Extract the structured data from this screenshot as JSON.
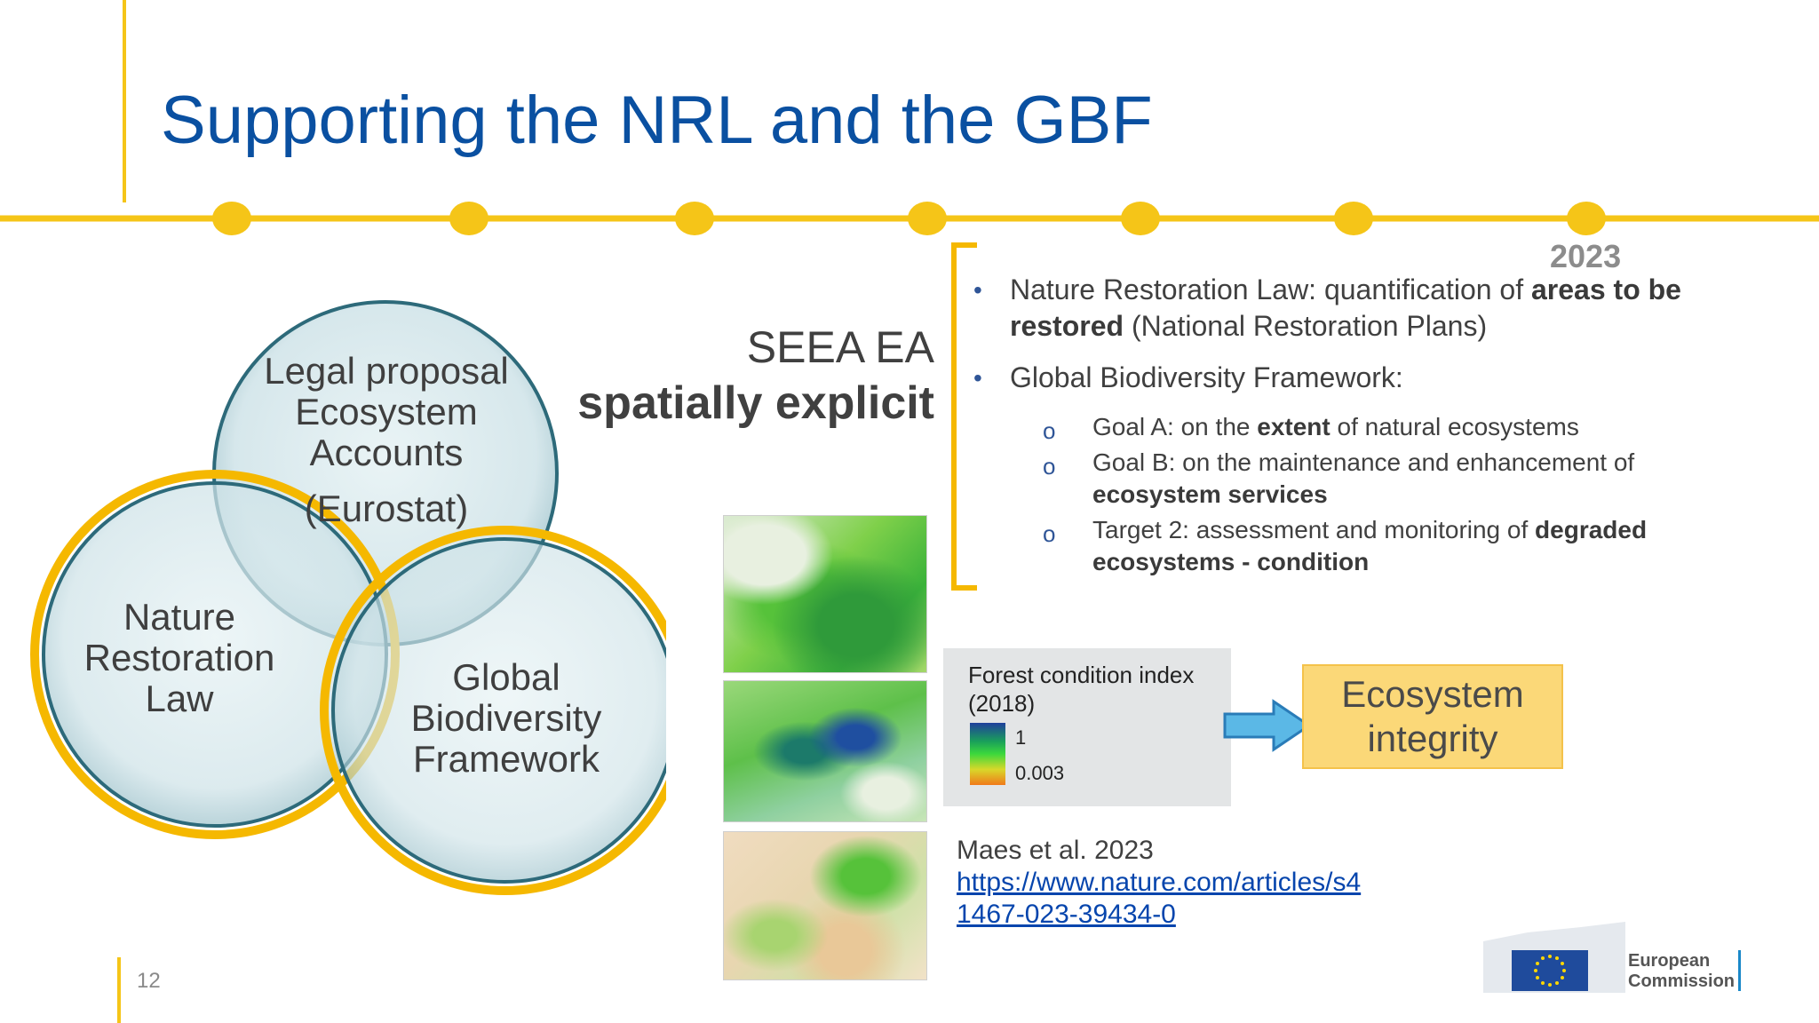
{
  "title": "Supporting the NRL and the GBF",
  "timeline": {
    "year_label": "2023"
  },
  "venn": {
    "top": "Legal proposal\nEcosystem\nAccounts",
    "top_extra": "(Eurostat)",
    "left": "Nature\nRestoration\nLaw",
    "right": "Global\nBiodiversity\nFramework"
  },
  "seea": {
    "line1": "SEEA EA",
    "line2": "spatially explicit"
  },
  "bullets": {
    "b1_pre": "Nature Restoration Law: quantification of ",
    "b1_bold": "areas to be restored",
    "b1_post": " (National Restoration Plans)",
    "b2": "Global Biodiversity Framework:",
    "s1_pre": "Goal A: on the ",
    "s1_bold": "extent",
    "s1_post": " of natural ecosystems",
    "s2_pre": "Goal B: on the maintenance and enhancement of ",
    "s2_bold": "ecosystem services",
    "s3_pre": "Target 2: assessment and monitoring of ",
    "s3_bold": "degraded ecosystems - condition"
  },
  "legend": {
    "title": "Forest condition index (2018)",
    "max": "1",
    "min": "0.003"
  },
  "eco_box": "Ecosystem integrity",
  "citation": {
    "author": "Maes et al. 2023",
    "url": "https://www.nature.com/articles/s41467-023-39434-0"
  },
  "page_number": "12",
  "logo": {
    "line1": "European",
    "line2": "Commission"
  },
  "colors": {
    "accent_yellow": "#f5c518",
    "title_blue": "#0a50a1",
    "circle_fill": "#d3e6ea",
    "circle_stroke": "#2d6a7a"
  }
}
